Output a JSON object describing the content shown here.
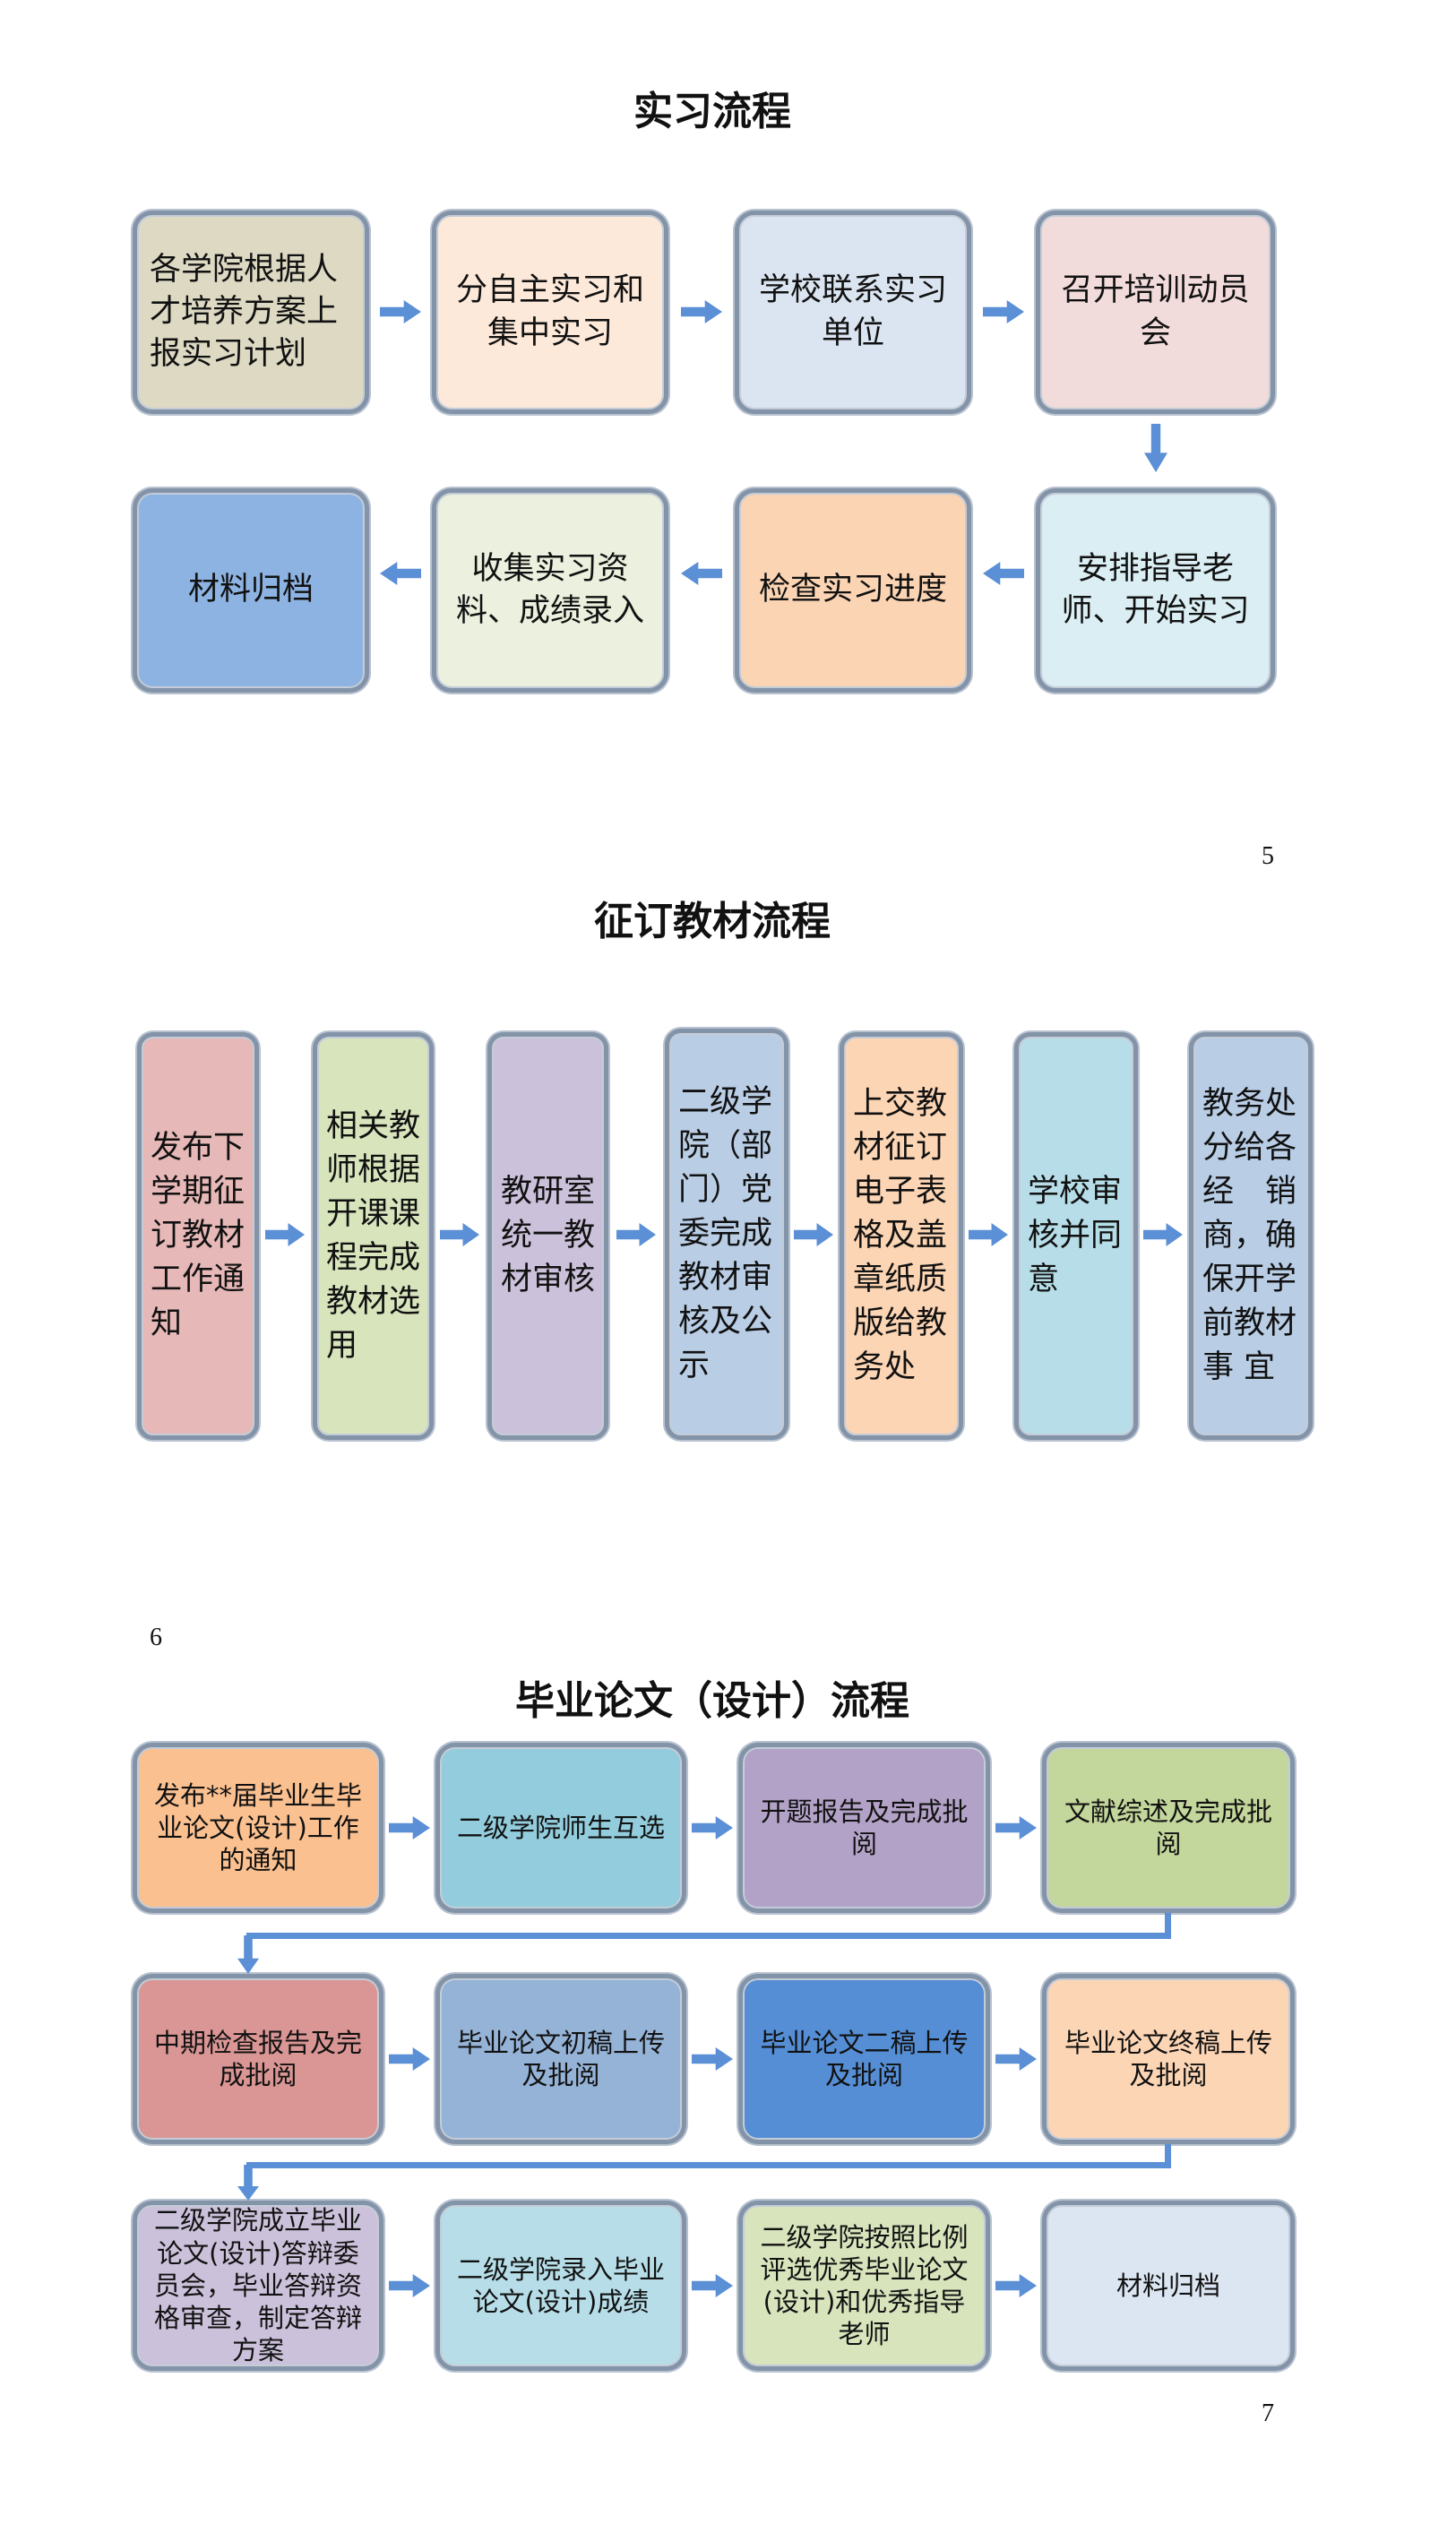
{
  "internship": {
    "title": "实习流程",
    "page_number": "5",
    "steps": [
      "各学院根据人才培养方案上报实习计划",
      "分自主实习和集中实习",
      "学校联系实习单位",
      "召开培训动员会",
      "安排指导老师、开始实习",
      "检查实习进度",
      "收集实习资料、成绩录入",
      "材料归档"
    ],
    "colors": [
      "#ddd9c3",
      "#fde9d9",
      "#dbe5f1",
      "#f2dcdb",
      "#daeef3",
      "#fbd4b4",
      "#ebf1de",
      "#8db3e2"
    ]
  },
  "textbook": {
    "title": "征订教材流程",
    "page_number": "6",
    "steps": [
      "发布下学期征订教材工作通知",
      "相关教师根据开课课程完成教材选用",
      "教研室统一教材审核",
      "二级学院（部门）党委完成教材审核及公示",
      "上交教材征订电子表格及盖章纸质版给教务处",
      "学校审核并同意",
      "教务处分给各经　销商，确保开学前教材事 宜"
    ],
    "colors": [
      "#e6b8b7",
      "#d7e4bc",
      "#ccc1da",
      "#b9cde5",
      "#fcd5b4",
      "#b7dee8",
      "#b9cde5"
    ]
  },
  "thesis": {
    "title": "毕业论文（设计）流程",
    "page_number": "7",
    "steps": [
      "发布**届毕业生毕业论文(设计)工作的通知",
      "二级学院师生互选",
      "开题报告及完成批阅",
      "文献综述及完成批阅",
      "中期检查报告及完成批阅",
      "毕业论文初稿上传及批阅",
      "毕业论文二稿上传及批阅",
      "毕业论文终稿上传及批阅",
      "二级学院成立毕业论文(设计)答辩委员会，毕业答辩资格审查，制定答辩方案",
      "二级学院录入毕业论文(设计)成绩",
      "二级学院按照比例评选优秀毕业论文(设计)和优秀指导老师",
      "材料归档"
    ],
    "colors": [
      "#fac090",
      "#93cddd",
      "#b3a2c7",
      "#c3d69b",
      "#d99694",
      "#95b3d7",
      "#558ed5",
      "#fcd5b5",
      "#ccc1da",
      "#b7dee8",
      "#d7e4bc",
      "#dce6f2"
    ]
  },
  "arrow_color": "#5b8fd6"
}
